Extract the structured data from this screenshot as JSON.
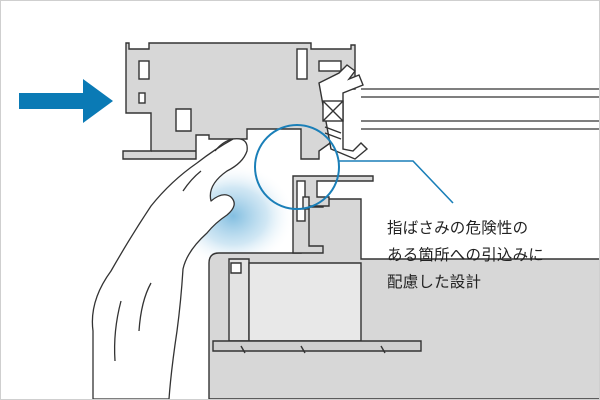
{
  "callout": {
    "lines": [
      "指ばさみの危険性の",
      "ある箇所への引込みに",
      "配慮した設計"
    ]
  },
  "colors": {
    "arrow": "#0a7ab5",
    "highlight_circle": "#1a7fb8",
    "leader_line": "#1a7fb8",
    "profile_fill": "#d7d7d7",
    "profile_stroke": "#333333",
    "glow": "#5aa9d6"
  },
  "icons": {
    "direction_arrow": "right-arrow-icon",
    "hand": "hand-icon"
  }
}
